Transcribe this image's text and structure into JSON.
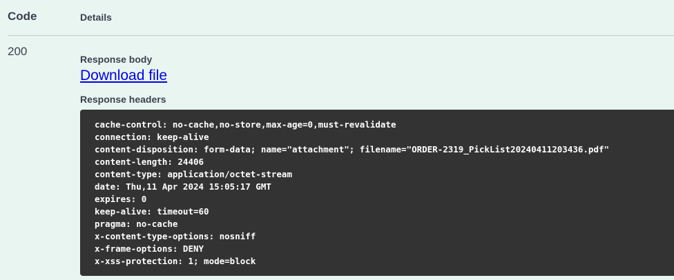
{
  "table": {
    "code_header": "Code",
    "details_header": "Details"
  },
  "response": {
    "status_code": "200",
    "body_label": "Response body",
    "download_link": "Download file",
    "headers_label": "Response headers",
    "headers": [
      "cache-control: no-cache,no-store,max-age=0,must-revalidate",
      "connection: keep-alive",
      "content-disposition: form-data; name=\"attachment\"; filename=\"ORDER-2319_PickList20240411203436.pdf\"",
      "content-length: 24406",
      "content-type: application/octet-stream",
      "date: Thu,11 Apr 2024 15:05:17 GMT",
      "expires: 0",
      "keep-alive: timeout=60",
      "pragma: no-cache",
      "x-content-type-options: nosniff",
      "x-frame-options: DENY",
      "x-xss-protection: 1; mode=block"
    ]
  },
  "colors": {
    "background": "#e9f5f0",
    "text": "#3b4151",
    "link": "#0000ee",
    "code_block_bg": "#333333"
  }
}
